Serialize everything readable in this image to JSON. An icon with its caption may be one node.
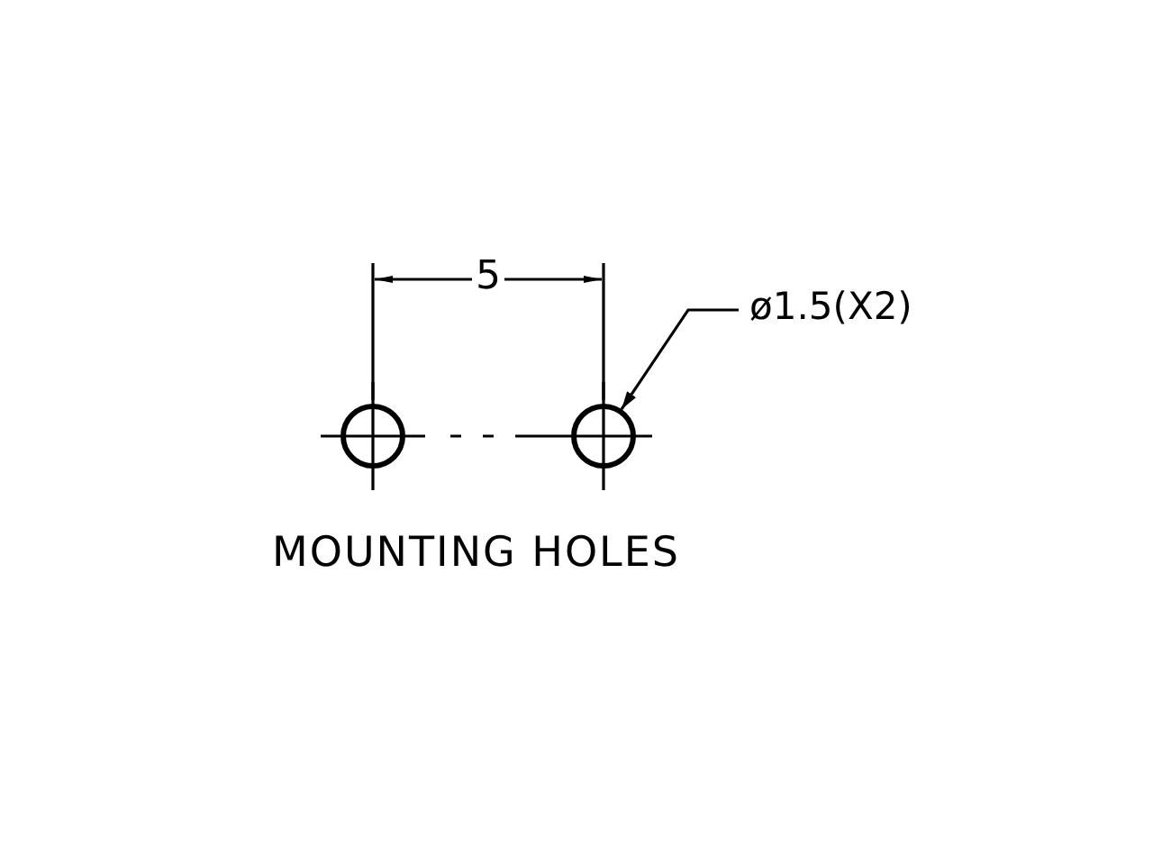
{
  "diagram": {
    "nodes": [
      {
        "text": [
          "ø1.5(X2)"
        ]
      },
      {
        "text": [],
        "shape": "circle"
      },
      {
        "text": [],
        "shape": "circle"
      }
    ],
    "edges": [
      {
        "from": 0,
        "to": 2,
        "arrow": "to"
      }
    ],
    "labels": [
      "5",
      "MOUNTING HOLES"
    ]
  }
}
